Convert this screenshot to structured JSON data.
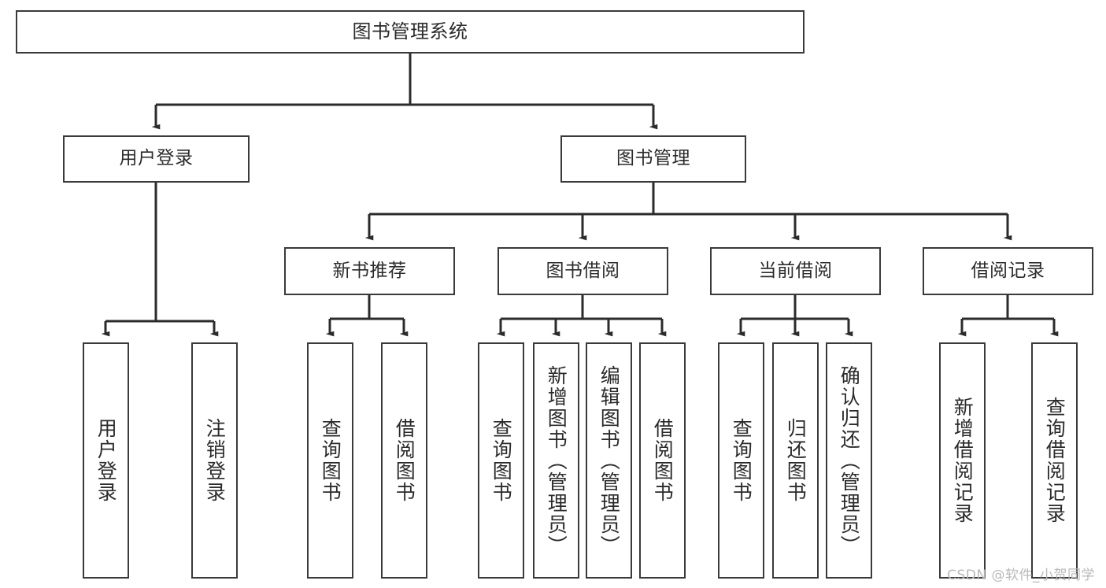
{
  "diagram": {
    "title": "图书管理系统",
    "type": "tree-hierarchy",
    "watermark": "CSDN @软件_小贺同学",
    "colors": {
      "background": "#ffffff",
      "box_border": "#3a3a3a",
      "box_fill": "#ffffff",
      "edge": "#2b2b2b",
      "text": "#2b2b2b",
      "watermark": "#b9b9b9"
    },
    "nodes": {
      "root": {
        "label": "图书管理系统"
      },
      "level2": [
        {
          "id": "user-login",
          "label": "用户登录"
        },
        {
          "id": "book-management",
          "label": "图书管理"
        }
      ],
      "level3": [
        {
          "id": "new-book-recommend",
          "label": "新书推荐"
        },
        {
          "id": "book-borrow",
          "label": "图书借阅"
        },
        {
          "id": "current-borrow",
          "label": "当前借阅"
        },
        {
          "id": "borrow-record",
          "label": "借阅记录"
        }
      ],
      "leaves": {
        "user-login": [
          {
            "id": "leaf-user-login",
            "label": "用户登录"
          },
          {
            "id": "leaf-logout-login",
            "label": "注销登录"
          }
        ],
        "new-book-recommend": [
          {
            "id": "leaf-query-book-1",
            "label": "查询图书"
          },
          {
            "id": "leaf-borrow-book-1",
            "label": "借阅图书"
          }
        ],
        "book-borrow": [
          {
            "id": "leaf-query-book-2",
            "label": "查询图书"
          },
          {
            "id": "leaf-add-book",
            "label": "新增图书（管理员）"
          },
          {
            "id": "leaf-edit-book",
            "label": "编辑图书（管理员）"
          },
          {
            "id": "leaf-borrow-book-2",
            "label": "借阅图书"
          }
        ],
        "current-borrow": [
          {
            "id": "leaf-query-book-3",
            "label": "查询图书"
          },
          {
            "id": "leaf-return-book",
            "label": "归还图书"
          },
          {
            "id": "leaf-confirm-return",
            "label": "确认归还（管理员）"
          }
        ],
        "borrow-record": [
          {
            "id": "leaf-add-record",
            "label": "新增借阅记录"
          },
          {
            "id": "leaf-query-record",
            "label": "查询借阅记录"
          }
        ]
      }
    }
  }
}
